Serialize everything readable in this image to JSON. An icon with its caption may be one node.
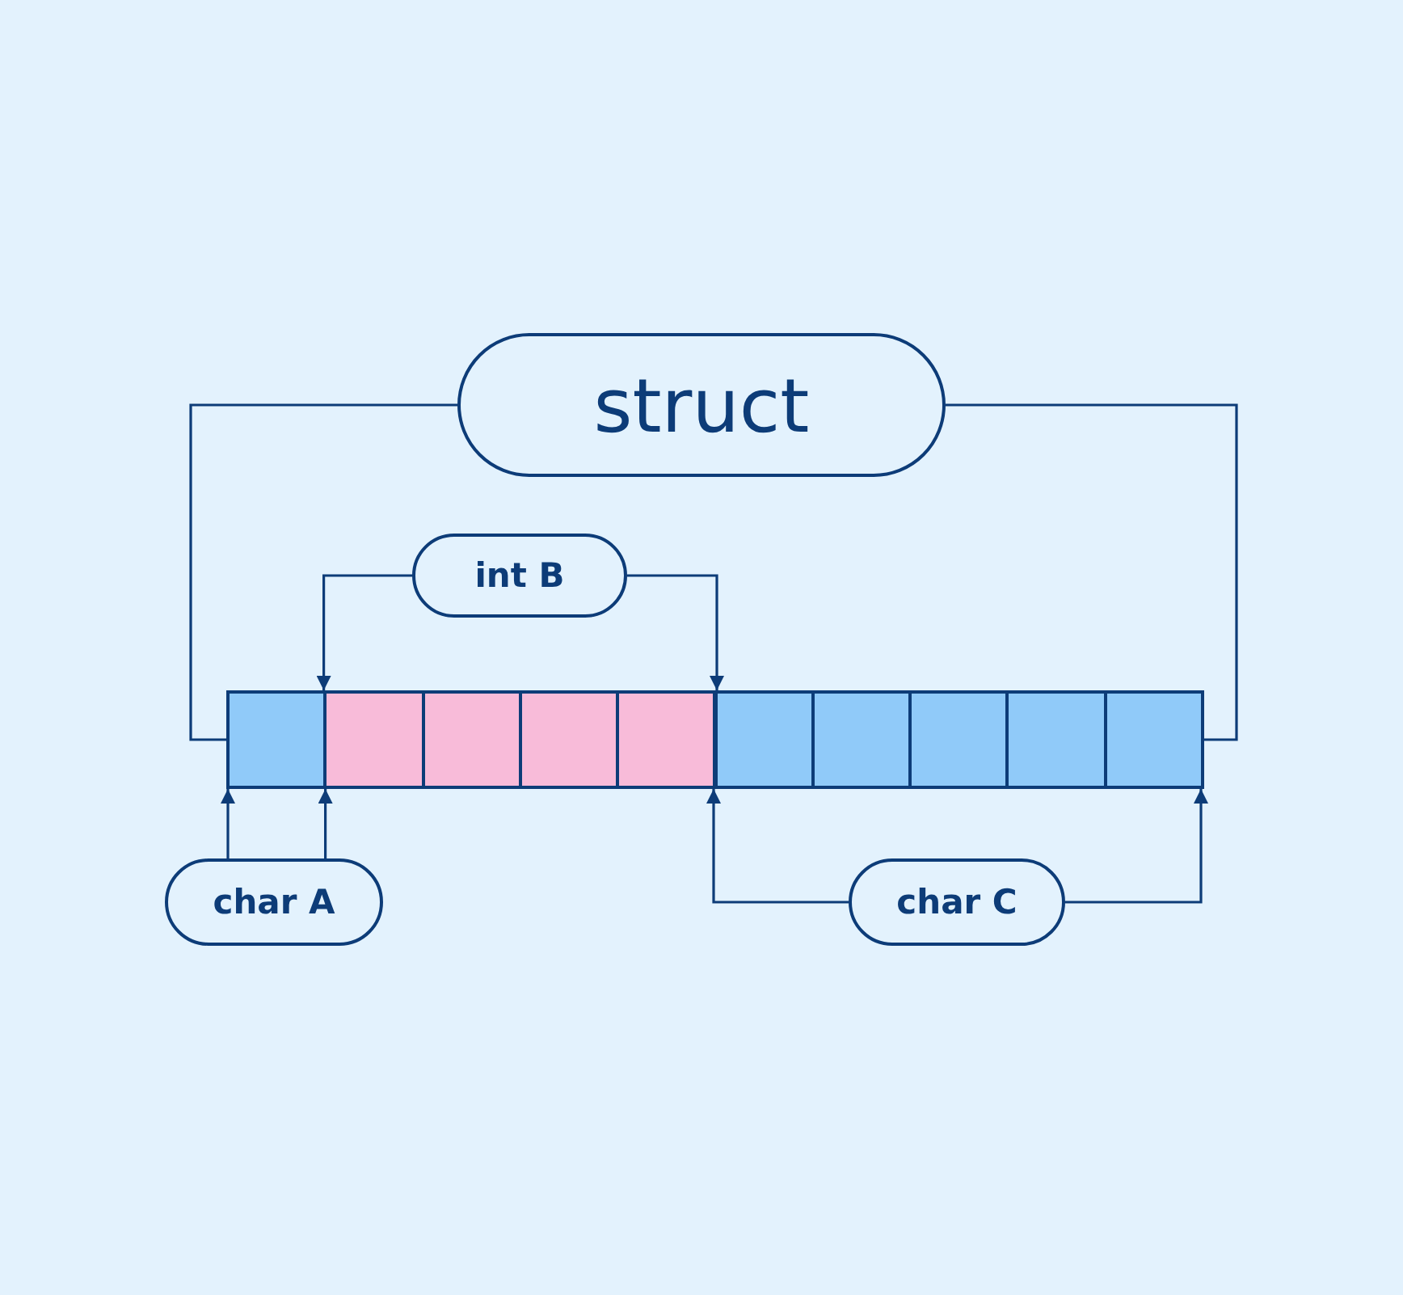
{
  "diagram": {
    "nodes": [
      {
        "text": [
          "struct"
        ]
      },
      {
        "text": [
          "int B"
        ]
      },
      {
        "text": [],
        "shape": "box"
      },
      {
        "text": [],
        "shape": "box"
      },
      {
        "text": [],
        "shape": "box"
      },
      {
        "text": [],
        "shape": "box"
      },
      {
        "text": [],
        "shape": "box"
      },
      {
        "text": [],
        "shape": "box"
      },
      {
        "text": [],
        "shape": "box"
      },
      {
        "text": [],
        "shape": "box"
      },
      {
        "text": [],
        "shape": "box"
      },
      {
        "text": [],
        "shape": "box"
      },
      {
        "text": [
          "char A"
        ]
      },
      {
        "text": [
          "char C"
        ]
      }
    ],
    "edges": [
      {
        "from": 0,
        "to": 2,
        "arrow": "none"
      },
      {
        "from": 0,
        "to": 11,
        "arrow": "none"
      },
      {
        "from": 1,
        "to": 3,
        "arrow": "to"
      },
      {
        "from": 1,
        "to": 6,
        "arrow": "to"
      },
      {
        "from": 12,
        "to": 2,
        "arrow": "to"
      },
      {
        "from": 12,
        "to": 2,
        "arrow": "to"
      },
      {
        "from": 13,
        "to": 7,
        "arrow": "to"
      },
      {
        "from": 13,
        "to": 11,
        "arrow": "to"
      }
    ]
  }
}
